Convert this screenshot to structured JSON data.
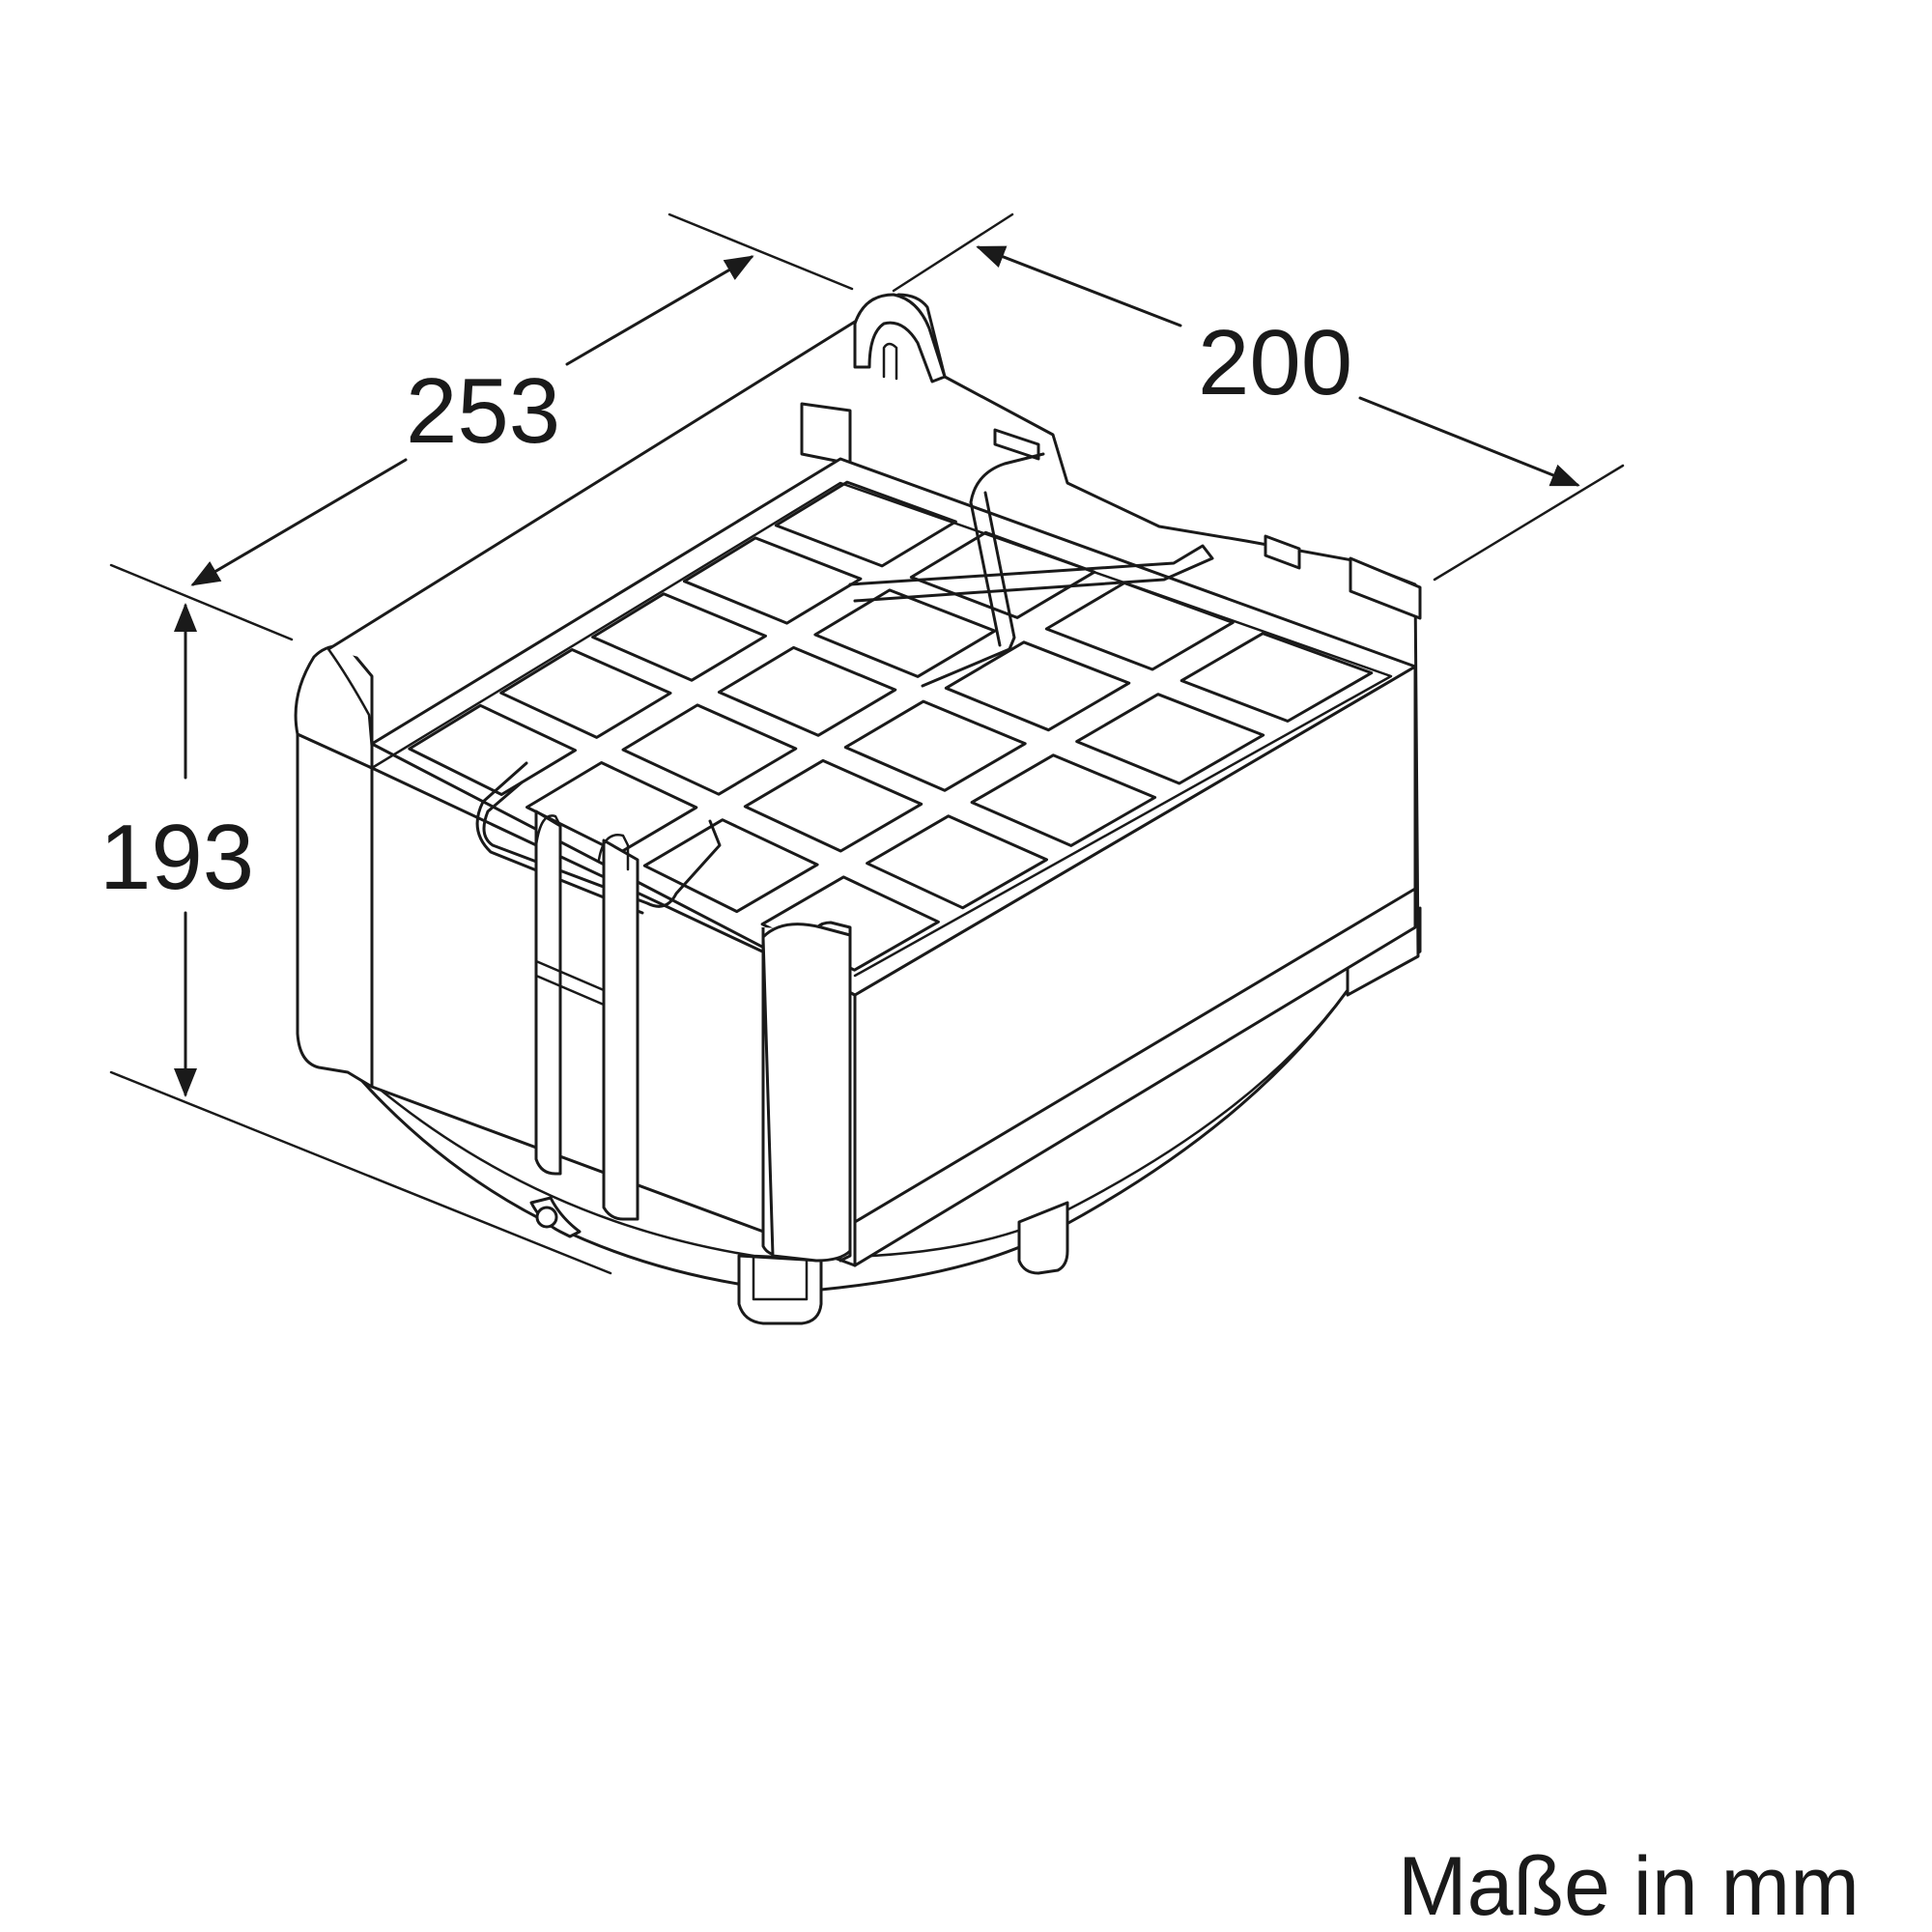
{
  "dimensions": {
    "width": "253",
    "depth": "200",
    "height": "193"
  },
  "units_note": "Maße in mm",
  "colors": {
    "line": "#1a1a1a",
    "background": "#ffffff"
  }
}
